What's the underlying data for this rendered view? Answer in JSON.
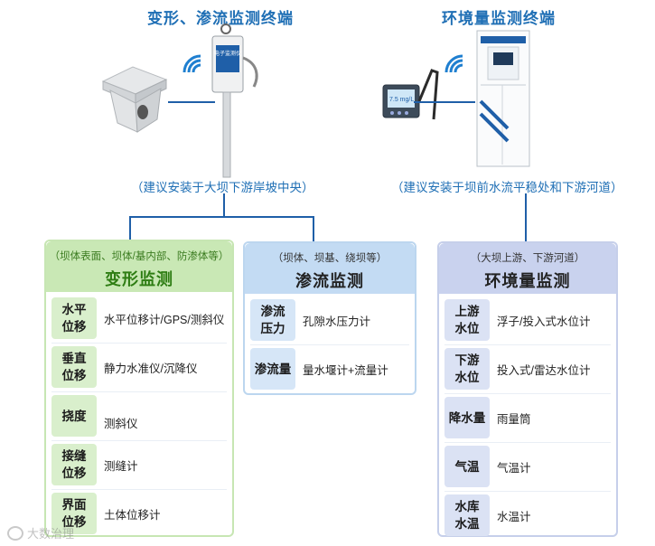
{
  "header": {
    "left_title": "变形、渗流监测终端",
    "right_title": "环境量监测终端"
  },
  "notes": {
    "left": "（建议安装于大坝下游岸坡中央）",
    "right": "（建议安装于坝前水流平稳处和下游河道）"
  },
  "device_labels": {
    "sensor_tag": "电子监测仪",
    "analyzer_screen": "7.5 mg/L"
  },
  "panels": {
    "deform": {
      "scope": "（坝体表面、坝体/基内部、防渗体等）",
      "title": "变形监测",
      "rows": [
        {
          "category": "水平\n位移",
          "instrument": "水平位移计/GPS/测斜仪"
        },
        {
          "category": "垂直\n位移",
          "instrument": "静力水准仪/沉降仪"
        },
        {
          "category": "挠度",
          "instrument": "测斜仪"
        },
        {
          "category": "接缝\n位移",
          "instrument": "测缝计"
        },
        {
          "category": "界面\n位移",
          "instrument": "土体位移计"
        }
      ]
    },
    "seep": {
      "scope": "（坝体、坝基、绕坝等）",
      "title": "渗流监测",
      "rows": [
        {
          "category": "渗流\n压力",
          "instrument": "孔隙水压力计"
        },
        {
          "category": "渗流量",
          "instrument": "量水堰计+流量计"
        }
      ]
    },
    "env": {
      "scope": "（大坝上游、下游河道）",
      "title": "环境量监测",
      "rows": [
        {
          "category": "上游\n水位",
          "instrument": "浮子/投入式水位计"
        },
        {
          "category": "下游\n水位",
          "instrument": "投入式/雷达水位计"
        },
        {
          "category": "降水量",
          "instrument": "雨量筒"
        },
        {
          "category": "气温",
          "instrument": "气温计"
        },
        {
          "category": "水库\n水温",
          "instrument": "水温计"
        }
      ]
    }
  },
  "watermark": "大数治理",
  "colors": {
    "title_blue": "#1f6fb5",
    "connector": "#1f5fa8",
    "green_head": "#c9e8b5",
    "blue_head": "#c3dbf3",
    "purple_head": "#c9d2ee"
  }
}
